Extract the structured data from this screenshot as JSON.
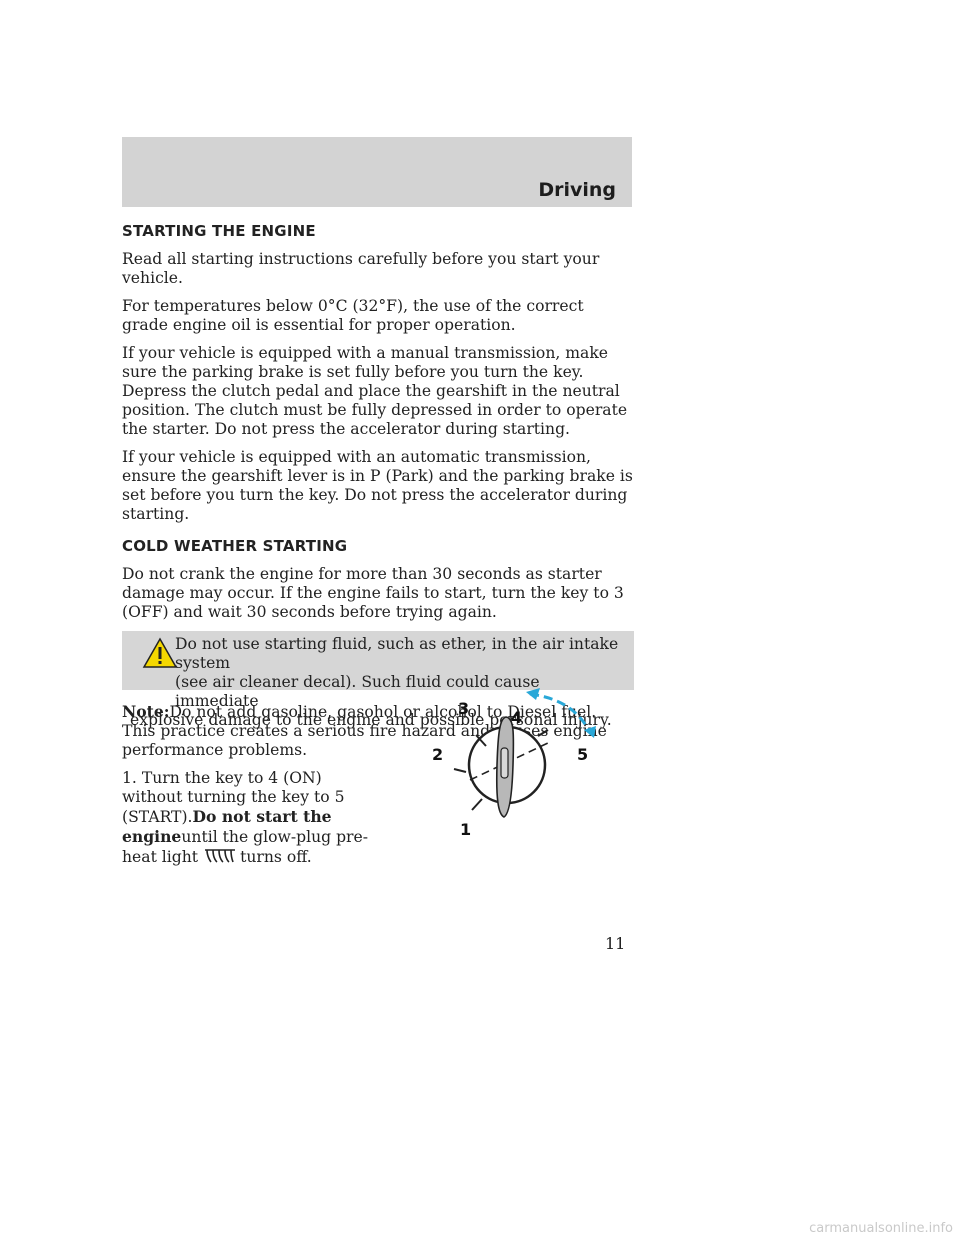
{
  "header": {
    "section_title": "Driving"
  },
  "section1": {
    "heading": "STARTING THE ENGINE",
    "p1": "Read all starting instructions carefully before you start your vehicle.",
    "p2": "For temperatures below 0°C (32°F), the use of the correct grade engine oil is essential for proper operation.",
    "p3": "If your vehicle is equipped with a manual transmission, make sure the parking brake is set fully before you turn the key. Depress the clutch pedal and place the gearshift in the neutral position. The clutch must be fully depressed in order to operate the starter. Do not press the accelerator during starting.",
    "p4": "If your vehicle is equipped with an automatic transmission, ensure the gearshift lever is in P (Park) and the parking brake is set before you turn the key. Do not press the accelerator during starting."
  },
  "section2": {
    "heading": "COLD WEATHER STARTING",
    "p1": "Do not crank the engine for more than 30 seconds as starter damage may occur. If the engine fails to start, turn the key to 3 (OFF) and wait 30 seconds before trying again."
  },
  "warning": {
    "line1": "Do not use starting fluid, such as ether, in the air intake system",
    "line2": "(see air cleaner decal). Such fluid could cause immediate",
    "line3": "explosive damage to the engine and possible personal injury."
  },
  "note": {
    "label": "Note:",
    "text": "Do not add gasoline, gasohol or alcohol to Diesel fuel. This practice creates a serious fire hazard and causes engine performance problems."
  },
  "step1": {
    "part1": "1. Turn the key to 4 (ON) without turning the key to 5 (START).",
    "bold": "Do not start the engine",
    "part2": "until the glow-plug pre-heat light",
    "part3": "turns off."
  },
  "diagram": {
    "labels": [
      "1",
      "2",
      "3",
      "4",
      "5"
    ],
    "arrow_color": "#29a8d8"
  },
  "page_number": "11",
  "watermark": "carmanualsonline.info"
}
